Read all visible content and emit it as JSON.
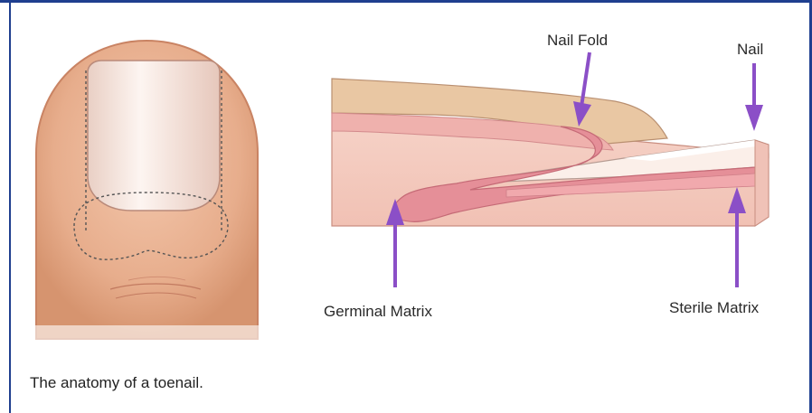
{
  "diagram": {
    "labels": {
      "nail_fold": "Nail Fold",
      "nail": "Nail",
      "germinal_matrix": "Germinal Matrix",
      "sterile_matrix": "Sterile Matrix"
    },
    "colors": {
      "skin": "#e9b496",
      "skin_shadow": "#d79a7a",
      "nail": "#f2dfd6",
      "cuticle": "#e8c9a6",
      "matrix_pink": "#e89aa0",
      "matrix_dark": "#d97c86",
      "tissue": "#f5cfc4",
      "arrow": "#8b4fc7",
      "frame": "#1f3f8f"
    }
  },
  "caption": "The anatomy of a toenail."
}
